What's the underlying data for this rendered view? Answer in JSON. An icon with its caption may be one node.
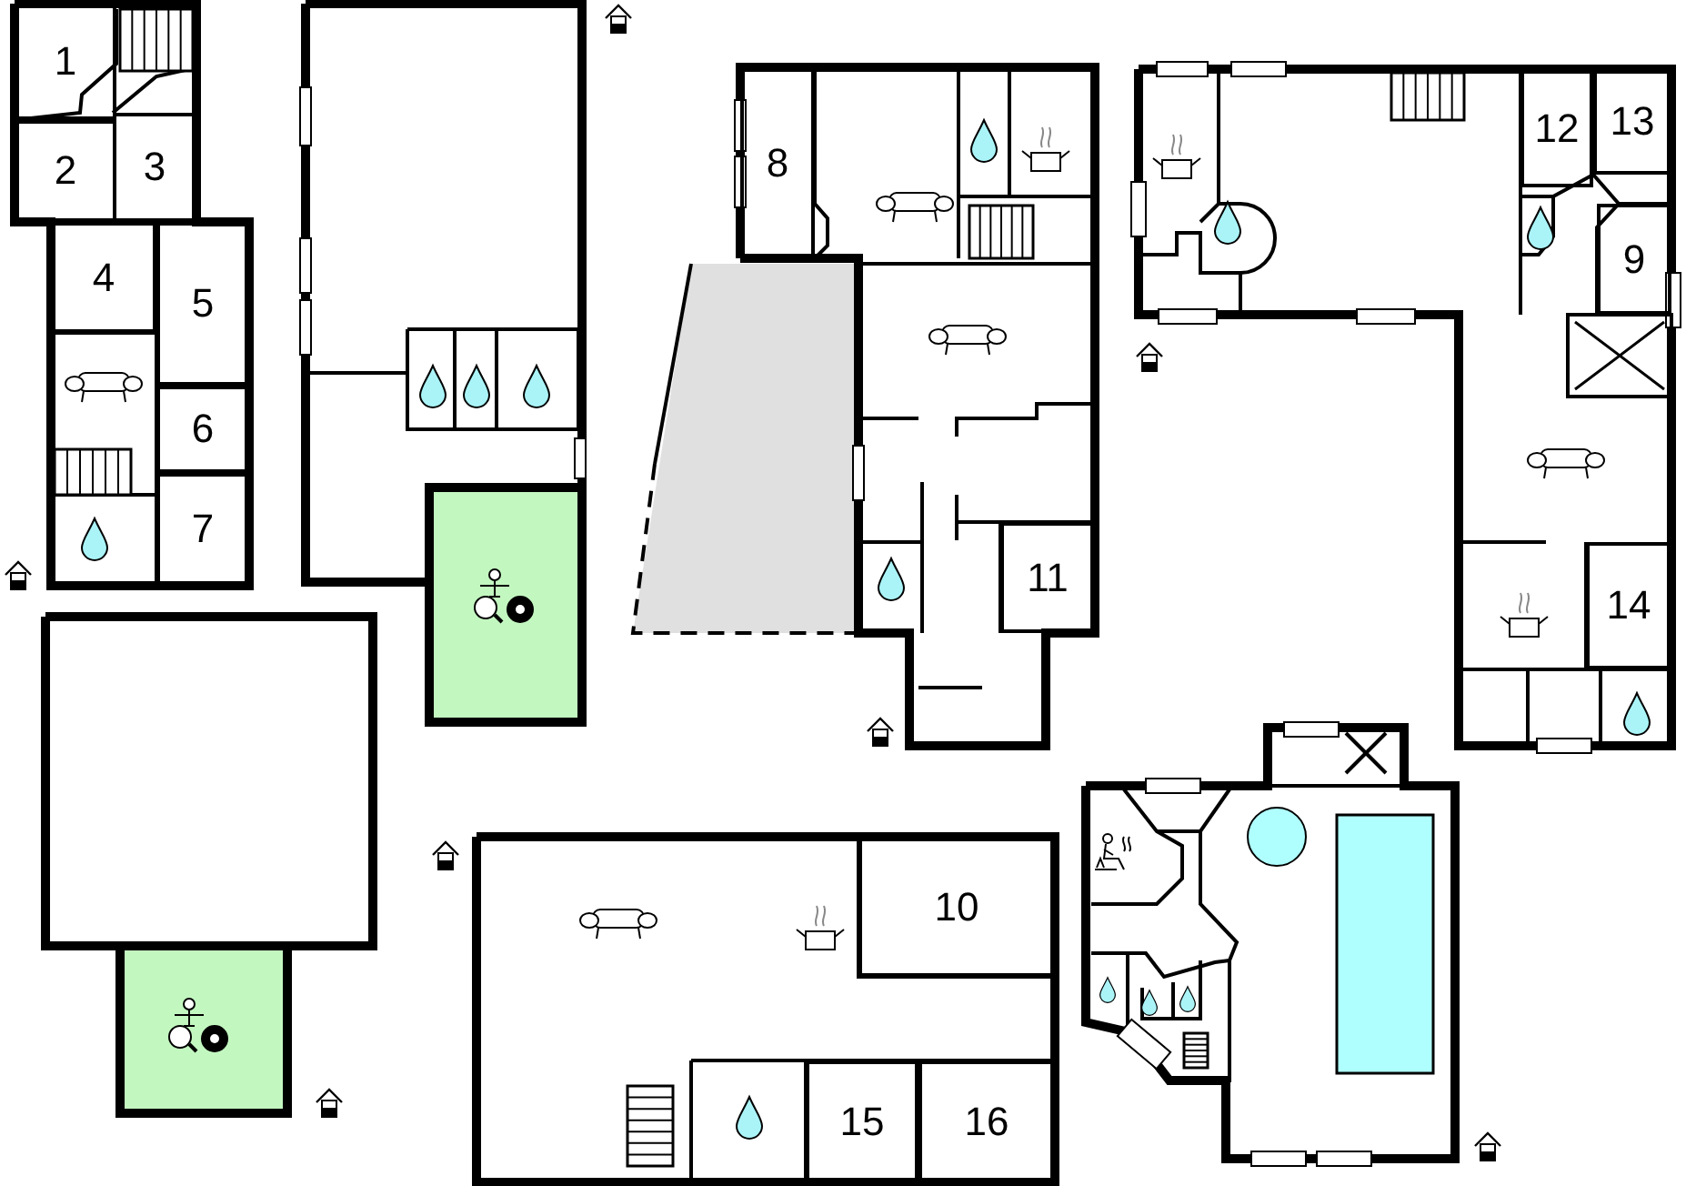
{
  "diagram": {
    "nodes": [
      {
        "text": [
          "1"
        ]
      },
      {
        "text": [
          "2"
        ]
      },
      {
        "text": [
          "3"
        ]
      },
      {
        "text": [
          "4"
        ]
      },
      {
        "text": [
          "5"
        ]
      },
      {
        "text": [
          "6"
        ]
      },
      {
        "text": [
          "7"
        ]
      },
      {
        "text": [
          "8"
        ]
      },
      {
        "text": [
          "12"
        ]
      },
      {
        "text": [
          "13"
        ]
      },
      {
        "text": [
          "9"
        ]
      },
      {
        "text": [
          "11"
        ]
      },
      {
        "text": [
          "14"
        ]
      },
      {
        "text": [
          "10"
        ]
      },
      {
        "text": [
          "15"
        ]
      },
      {
        "text": [
          "16"
        ]
      }
    ]
  }
}
